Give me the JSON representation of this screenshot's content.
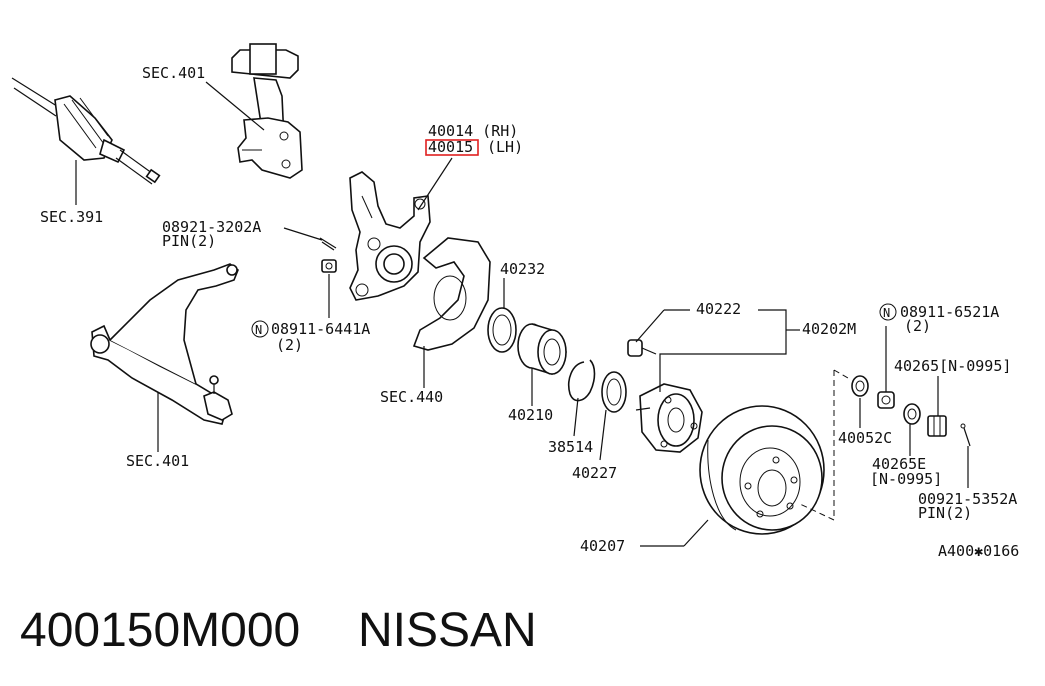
{
  "labels": {
    "sec401_top": "SEC.401",
    "sec391": "SEC.391",
    "p40014": "40014 (RH)",
    "p40015_num": "40015",
    "p40015_side": "(LH)",
    "pin_part": "08921-3202A",
    "pin_text": "PIN(2)",
    "nut_part": "08911-6441A",
    "nut_qty": "(2)",
    "sec401_bottom": "SEC.401",
    "sec440": "SEC.440",
    "p40232": "40232",
    "p40210": "40210",
    "p38514": "38514",
    "p40227": "40227",
    "p40222": "40222",
    "p40202M": "40202M",
    "p40207": "40207",
    "nut2_part": "08911-6521A",
    "nut2_qty": "(2)",
    "p40265": "40265[N-0995]",
    "p40052C": "40052C",
    "p40265E": "40265E",
    "p40265E_range": "[N-0995]",
    "pin2_part": "00921-5352A",
    "pin2_text": "PIN(2)",
    "diagram_code": "A400✱0166",
    "n_symbol": "N"
  },
  "footer": {
    "part_number": "400150M000",
    "brand": "NISSAN"
  },
  "highlight_color": "#e02020"
}
